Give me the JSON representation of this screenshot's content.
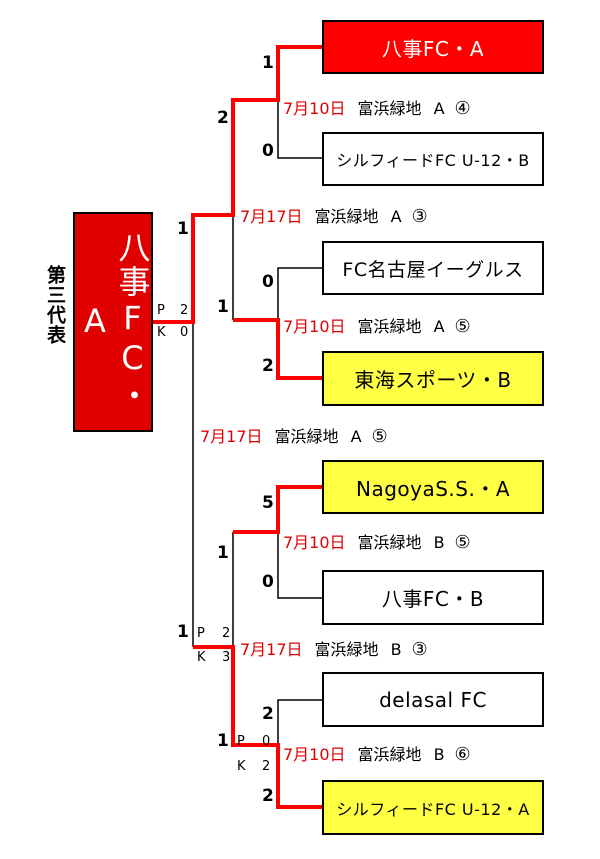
{
  "champion": {
    "name": "八事FC・A",
    "label": "第三代表"
  },
  "teams": [
    {
      "name": "八事FC・A"
    },
    {
      "name": "シルフィードFC U-12・B"
    },
    {
      "name": "FC名古屋イーグルス"
    },
    {
      "name": "東海スポーツ・B"
    },
    {
      "name": "NagoyaS.S.・A"
    },
    {
      "name": "八事FC・B"
    },
    {
      "name": "delasal FC"
    },
    {
      "name": "シルフィードFC U-12・A"
    }
  ],
  "matches": [
    {
      "date": "7月10日",
      "venue": "富浜緑地",
      "court": "A",
      "num": "④"
    },
    {
      "date": "7月10日",
      "venue": "富浜緑地",
      "court": "A",
      "num": "⑤"
    },
    {
      "date": "7月10日",
      "venue": "富浜緑地",
      "court": "B",
      "num": "⑤"
    },
    {
      "date": "7月10日",
      "venue": "富浜緑地",
      "court": "B",
      "num": "⑥"
    },
    {
      "date": "7月17日",
      "venue": "富浜緑地",
      "court": "A",
      "num": "③"
    },
    {
      "date": "7月17日",
      "venue": "富浜緑地",
      "court": "B",
      "num": "③"
    },
    {
      "date": "7月17日",
      "venue": "富浜緑地",
      "court": "A",
      "num": "⑤"
    }
  ],
  "scores": {
    "r1_m1_top": "1",
    "r1_m1_bot": "0",
    "r1_m2_top": "0",
    "r1_m2_bot": "2",
    "r1_m3_top": "5",
    "r1_m3_bot": "0",
    "r1_m4_top": "2",
    "r1_m4_bot": "2",
    "r2_m1_top": "2",
    "r2_m1_bot": "1",
    "r2_m2_top": "1",
    "r2_m2_bot": "1",
    "final_top": "1",
    "final_bot": "1"
  },
  "pk": {
    "final": {
      "p": "P",
      "k": "K",
      "top": "2",
      "bot": "0"
    },
    "semi2": {
      "p": "P",
      "k": "K",
      "top": "2",
      "bot": "3"
    },
    "r1_m4": {
      "p": "P",
      "k": "K",
      "top": "0",
      "bot": "2"
    }
  },
  "colors": {
    "win_line": "#ff0000",
    "line": "#000000",
    "winner_box": "#ff0000",
    "highlight_box": "#ffff44"
  }
}
